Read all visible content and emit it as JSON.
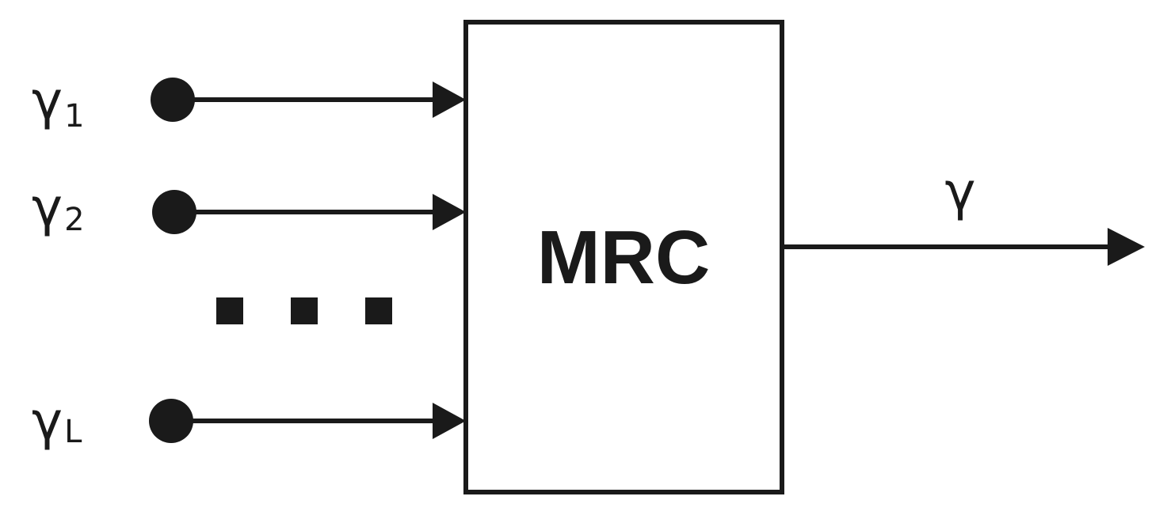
{
  "diagram": {
    "block": {
      "label": "MRC"
    },
    "inputs": [
      {
        "symbol": "γ",
        "subscript": "1"
      },
      {
        "symbol": "γ",
        "subscript": "2"
      },
      {
        "symbol": "γ",
        "subscript": "L"
      }
    ],
    "ellipsis": "...",
    "output": {
      "symbol": "γ"
    },
    "colors": {
      "ink": "#1a1a1a",
      "background": "#ffffff"
    }
  }
}
